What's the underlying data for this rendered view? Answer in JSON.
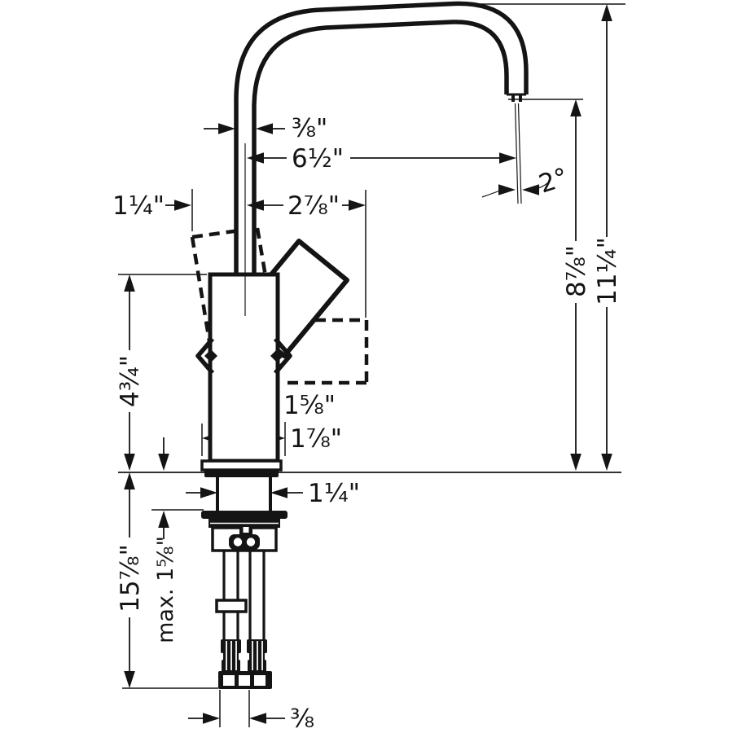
{
  "diagram": {
    "type": "technical-dimension-drawing",
    "subject": "single-hole faucet side elevation: high swivel spout, joystick handle positions (solid and dashed), base plate, mounting shank and flexible supply hoses below the deck",
    "units": "inches",
    "dims": {
      "spout_tube_diameter": "⅜\"",
      "spout_reach": "6½\"",
      "handle_front_extent": "2⅞\"",
      "handle_back_extent": "1¼\"",
      "stream_angle": "2°",
      "outlet_height": "8⅞\"",
      "overall_height": "11¼\"",
      "body_height_above_deck": "4¾\"",
      "body_width": "1⅝\"",
      "base_plate_width": "1⅞\"",
      "shank_diameter": "1¼\"",
      "below_deck_hose_length": "15⅞\"",
      "max_deck_thickness": "max. 1⅝\"",
      "supply_connection_size": "⅜"
    }
  }
}
